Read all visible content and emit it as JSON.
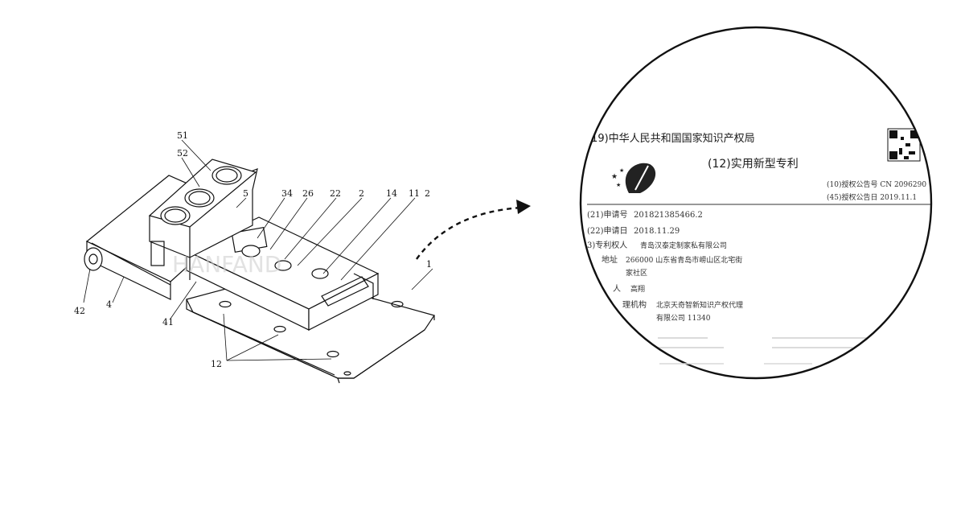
{
  "drawing": {
    "watermark": "HANFAND",
    "labels": {
      "l51": "51",
      "l52": "52",
      "l5": "5",
      "l34": "34",
      "l26": "26",
      "l22": "22",
      "l2a": "2",
      "l14": "14",
      "l11": "11",
      "l2b": "2",
      "l1": "1",
      "l42": "42",
      "l4": "4",
      "l41": "41",
      "l12": "12"
    }
  },
  "certificate": {
    "office": "(19)中华人民共和国国家知识产权局",
    "patent_type": "(12)实用新型专利",
    "pub_no_label": "(10)授权公告号 CN 2096290",
    "pub_date_label": "(45)授权公告日 2019.11.1",
    "app_no_label": "(21)申请号",
    "app_no_value": "201821385466.2",
    "filing_date_label": "(22)申请日",
    "filing_date_value": "2018.11.29",
    "patentee_label": "3)专利权人",
    "patentee_value": "青岛汉泰定制家私有限公司",
    "address_label": "地址",
    "address_value_1": "266000 山东省青岛市崂山区北宅街",
    "address_value_2": "家社区",
    "inventor_label": "人",
    "inventor_value": "高翔",
    "agency_label": "理机构",
    "agency_value_1": "北京天奇智新知识产权代理",
    "agency_value_2": "有限公司 11340"
  }
}
